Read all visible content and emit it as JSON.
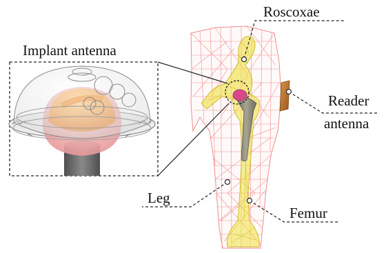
{
  "labels": {
    "roscoxae": "Roscoxae",
    "implant_antenna": "Implant antenna",
    "reader_line1": "Reader",
    "reader_line2": "antenna",
    "leg": "Leg",
    "femur": "Femur"
  },
  "colors": {
    "mesh": "#f08c8c",
    "bone": "#f0e24e",
    "bone_edge": "#c9b820",
    "implant_stem": "#8f8f7e",
    "implant_head": "#d64a8a",
    "reader_patch": "#c07a2e",
    "dome_orange": "#f3a24a",
    "dome_pink": "#f2b2b2",
    "dome_shaft": "#6f6f6f",
    "leader": "#222222"
  }
}
